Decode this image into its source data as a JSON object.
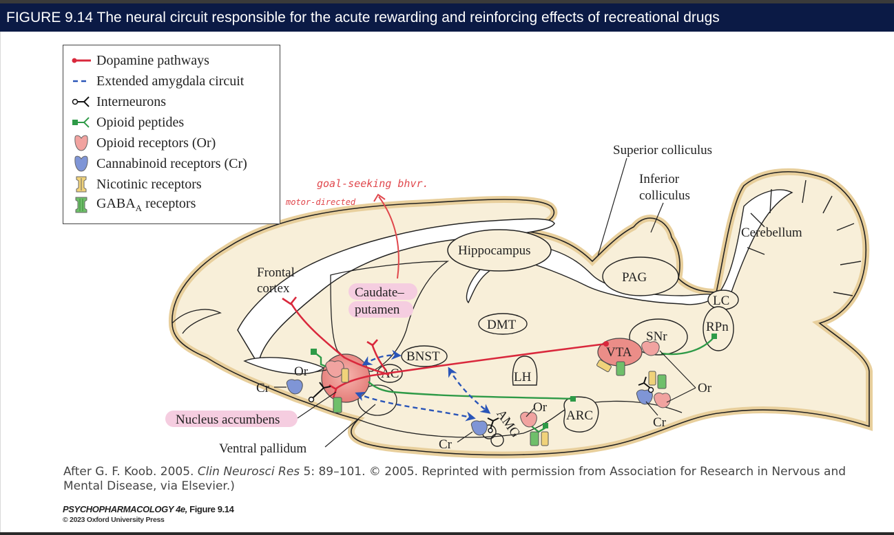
{
  "title": "FIGURE 9.14  The neural circuit responsible for the acute rewarding and reinforcing effects of recreational drugs",
  "legend": {
    "items": [
      {
        "icon": "dopamine-pathway-line-icon",
        "label": "Dopamine pathways"
      },
      {
        "icon": "extended-amygdala-dashed-line-icon",
        "label": "Extended amygdala circuit"
      },
      {
        "icon": "interneuron-icon",
        "label": "Interneurons"
      },
      {
        "icon": "opioid-peptide-icon",
        "label": "Opioid peptides"
      },
      {
        "icon": "opioid-receptor-icon",
        "label": "Opioid receptors (Or)"
      },
      {
        "icon": "cannabinoid-receptor-icon",
        "label": "Cannabinoid receptors (Cr)"
      },
      {
        "icon": "nicotinic-receptor-icon",
        "label": "Nicotinic receptors"
      },
      {
        "icon": "gaba-a-receptor-icon",
        "label_main": "GABA",
        "label_sub": "A",
        "label_rest": " receptors"
      }
    ]
  },
  "annotations": {
    "handwritten_line1": "goal-seeking bhvr.",
    "handwritten_line2": "motor-directed"
  },
  "regions": {
    "frontal_cortex_1": "Frontal",
    "frontal_cortex_2": "cortex",
    "caudate_1": "Caudate–",
    "caudate_2": "putamen",
    "hippocampus": "Hippocampus",
    "superior_colliculus": "Superior colliculus",
    "inferior_colliculus_1": "Inferior",
    "inferior_colliculus_2": "colliculus",
    "cerebellum": "Cerebellum",
    "pag": "PAG",
    "lc": "LC",
    "rpn": "RPn",
    "snr": "SNr",
    "vta": "VTA",
    "dmt": "DMT",
    "bnst": "BNST",
    "ac": "AC",
    "lh": "LH",
    "arc": "ARC",
    "amg": "AMG",
    "nucleus_accumbens": "Nucleus accumbens",
    "ventral_pallidum": "Ventral pallidum",
    "or": "Or",
    "cr": "Cr"
  },
  "colors": {
    "title_bg": "#0b1a45",
    "dopamine": "#d9283c",
    "amygdala": "#2a55b8",
    "opioid_peptide": "#2e9a47",
    "opioid_receptor": "#f1a3a0",
    "cannabinoid_receptor": "#7f95d6",
    "nicotinic_receptor": "#f0d27a",
    "gaba_receptor": "#6fbf6a",
    "brain_fill": "#f8efd9",
    "brain_rim": "#e8cf9c",
    "highlight_pink": "#f5cde0",
    "handwriting": "#e0474c"
  },
  "caption": {
    "prefix": "After G. F. Koob. 2005. ",
    "journal": "Clin Neurosci Res",
    "suffix": " 5: 89–101. © 2005. Reprinted with permission from Association for Research in Nervous and Mental Disease, via Elsevier.)"
  },
  "credit": {
    "book": "PSYCHOPHARMACOLOGY 4e,",
    "figure": " Figure 9.14",
    "copyright": "© 2023 Oxford University Press"
  }
}
